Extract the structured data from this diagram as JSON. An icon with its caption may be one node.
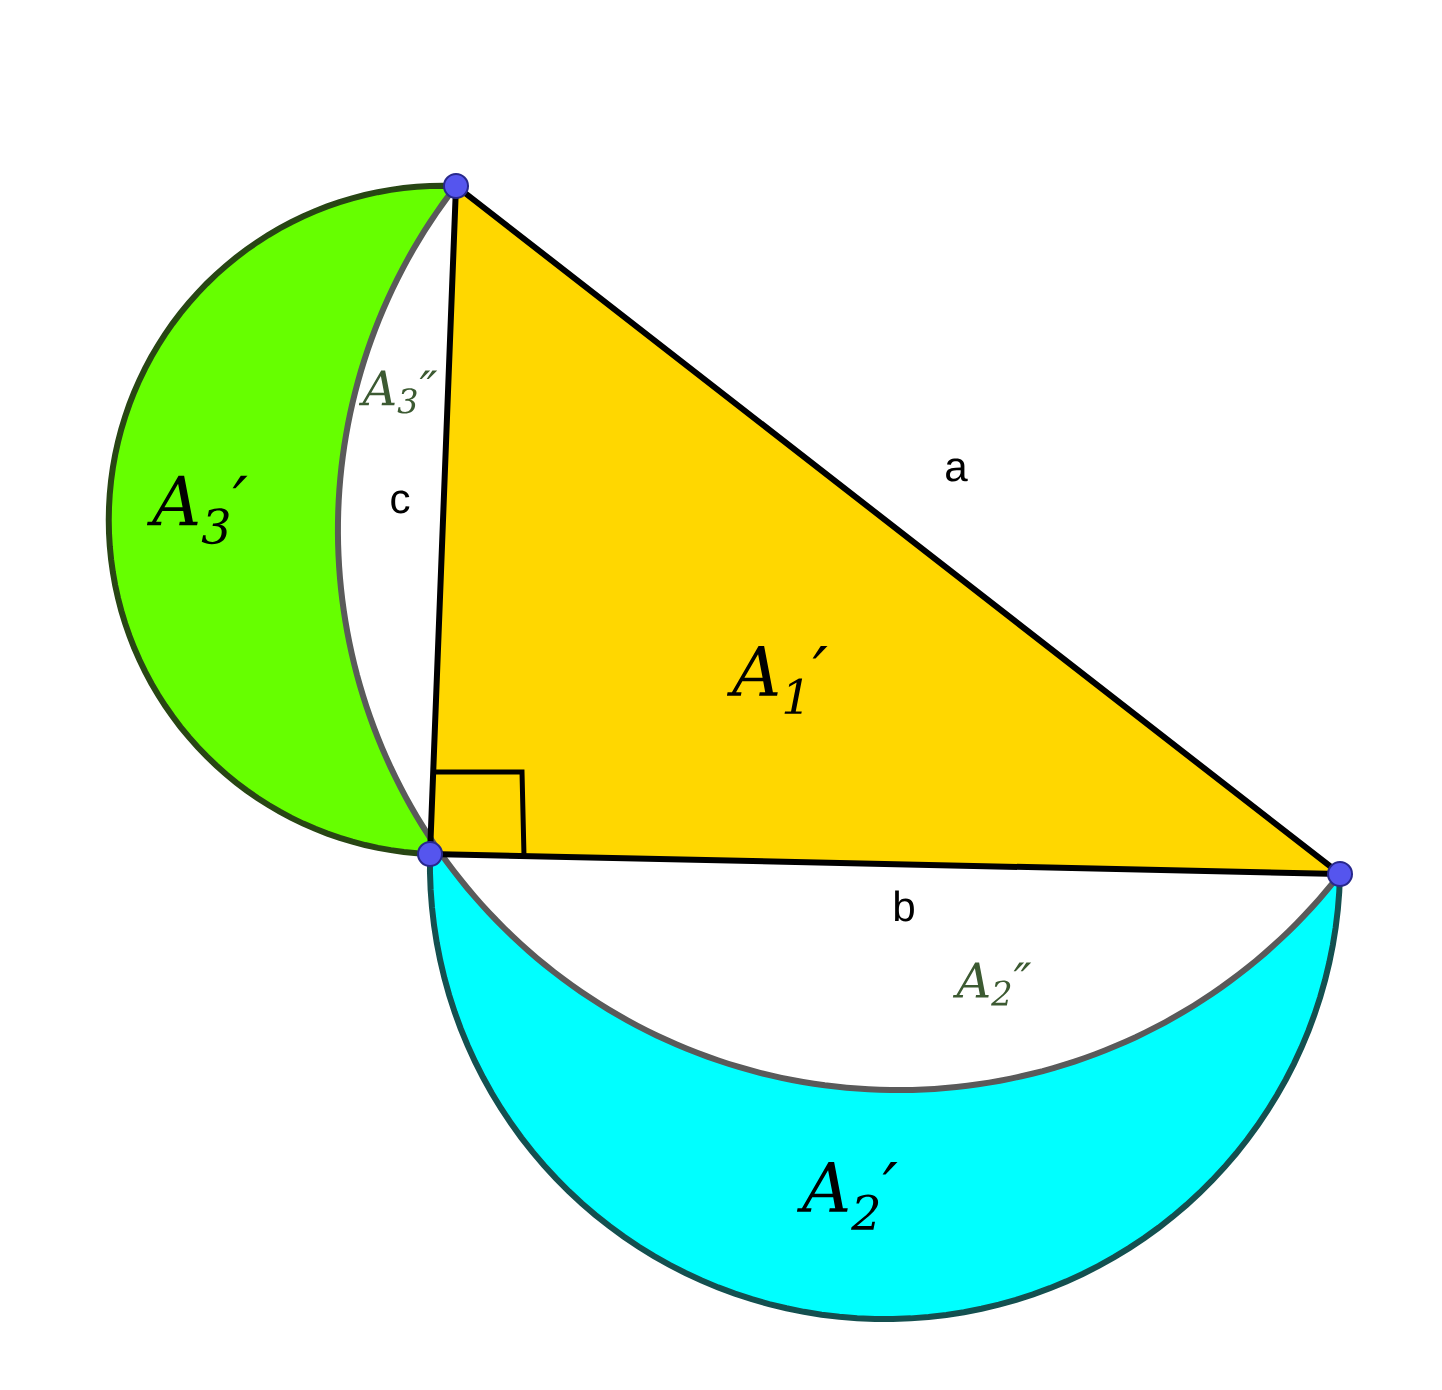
{
  "diagram": {
    "labels": [
      "A$_{3}$″",
      "a",
      "c",
      "A$_{3}$′",
      "A$_{1}$′",
      "b",
      "A$_{2}$″",
      "A$_{2}$′"
    ]
  }
}
